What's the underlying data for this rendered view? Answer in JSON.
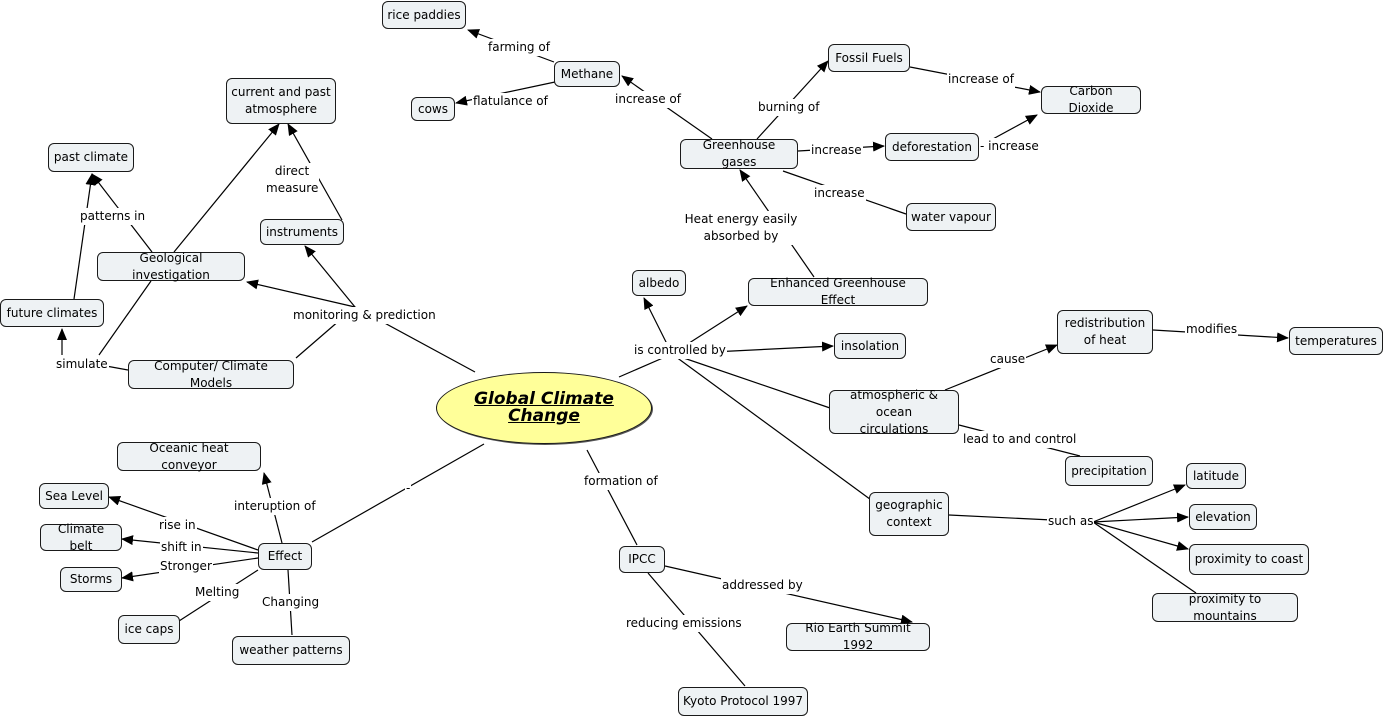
{
  "nodes": {
    "center": "Global Climate Change",
    "rice_paddies": "rice paddies",
    "methane": "Methane",
    "cows": "cows",
    "fossil_fuels": "Fossil Fuels",
    "carbon_dioxide": "Carbon Dioxide",
    "greenhouse_gases": "Greenhouse gases",
    "deforestation": "deforestation",
    "water_vapour": "water vapour",
    "current_past_atmosphere": "current and past\natmosphere",
    "past_climate": "past climate",
    "instruments": "instruments",
    "geological_investigation": "Geological investigation",
    "future_climates": "future climates",
    "computer_models": "Computer/ Climate Models",
    "albedo": "albedo",
    "enhanced_greenhouse": "Enhanced Greenhouse Effect",
    "insolation": "insolation",
    "redistribution_heat": "redistribution\nof heat",
    "temperatures": "temperatures",
    "atmos_ocean": "atmospheric & ocean\ncirculations",
    "precipitation": "precipitation",
    "latitude": "latitude",
    "elevation": "elevation",
    "geographic_context": "geographic\ncontext",
    "proximity_coast": "proximity to coast",
    "proximity_mountains": "proximity to mountains",
    "oceanic_heat": "Oceanic heat conveyor",
    "sea_level": "Sea Level",
    "climate_belt": "Climate belt",
    "storms": "Storms",
    "effect": "Effect",
    "ice_caps": "ice caps",
    "weather_patterns": "weather patterns",
    "ipcc": "IPCC",
    "rio_summit": "Rio Earth Summit 1992",
    "kyoto": "Kyoto Protocol 1997"
  },
  "links": {
    "farming_of": "farming of",
    "flatulance_of": "flatulance of",
    "increase_of_methane": "increase of",
    "burning_of": "burning of",
    "increase_of_co2": "increase of",
    "increase_deforestation": "increase",
    "increase_co2_from_defor": "- increase",
    "increase_water_vapour": "increase",
    "heat_absorbed": "Heat energy easily\nabsorbed by",
    "direct_measure": "direct\nmeasure",
    "patterns_in": "patterns in",
    "monitoring_prediction": "monitoring & prediction",
    "simulate": "simulate",
    "is_controlled_by": "is controlled by",
    "cause": "cause",
    "modifies": "modifies",
    "lead_to_control": "lead to and control",
    "such_as": "such as",
    "interuption_of": "interuption of",
    "rise_in": "rise in",
    "shift_in": "shift in",
    "stronger": "Stronger",
    "melting": "Melting",
    "changing": "Changing",
    "effect_link": "-",
    "formation_of": "formation of",
    "addressed_by": "addressed by",
    "reducing_emissions": "reducing emissions"
  },
  "colors": {
    "node_fill": "#eef2f4",
    "center_fill": "#ffff99",
    "line": "#000000"
  }
}
